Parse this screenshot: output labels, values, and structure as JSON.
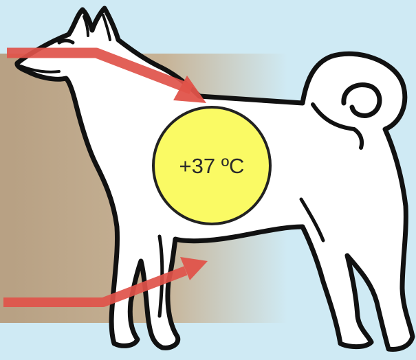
{
  "temperature_label": "+37 ºC",
  "icons": [
    "dog-silhouette",
    "heat-flow-arrow",
    "body-temperature-circle"
  ],
  "colors": {
    "background": "#cfeaf4",
    "wall_shadow": "#c2ad8c",
    "arrow": "#e0534a",
    "body": "#ffffff",
    "outline": "#111111",
    "circle_fill": "#fafa64",
    "circle_stroke": "#222222"
  }
}
